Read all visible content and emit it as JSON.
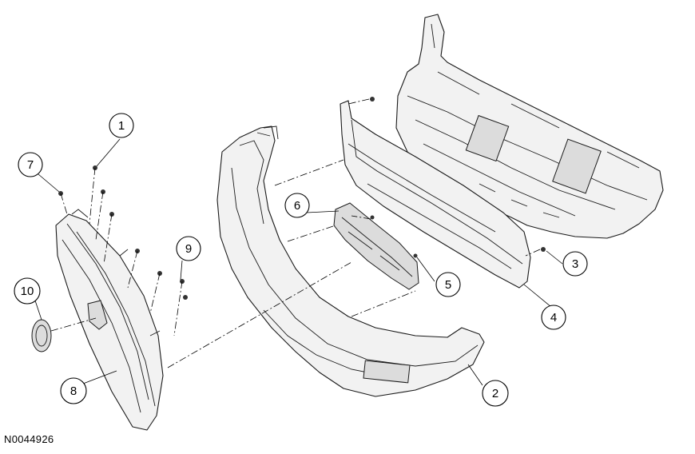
{
  "reference_code": "N0044926",
  "callouts": [
    {
      "id": "1",
      "label": "1"
    },
    {
      "id": "2",
      "label": "2"
    },
    {
      "id": "3",
      "label": "3"
    },
    {
      "id": "4",
      "label": "4"
    },
    {
      "id": "5",
      "label": "5"
    },
    {
      "id": "6",
      "label": "6"
    },
    {
      "id": "7",
      "label": "7"
    },
    {
      "id": "8",
      "label": "8"
    },
    {
      "id": "9",
      "label": "9"
    },
    {
      "id": "10",
      "label": "10"
    }
  ]
}
